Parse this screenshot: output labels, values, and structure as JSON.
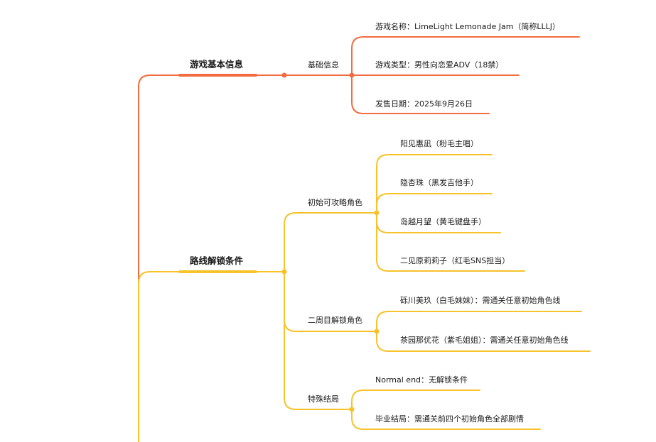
{
  "colors": {
    "orange": "#f26c40",
    "yellow": "#f8c22b"
  },
  "topics": [
    {
      "label": "游戏基本信息",
      "children": [
        {
          "label": "基础信息",
          "children": [
            "游戏名称：LimeLight Lemonade Jam（简称LLLJ）",
            "游戏类型：男性向恋爱ADV（18禁）",
            "发售日期：2025年9月26日"
          ]
        }
      ]
    },
    {
      "label": "路线解锁条件",
      "children": [
        {
          "label": "初始可攻略角色",
          "children": [
            "阳见惠凪（粉毛主唱）",
            "隐杏珠（黑发吉他手）",
            "岛越月望（黄毛键盘手）",
            "二见原莉莉子（红毛SNS担当）"
          ]
        },
        {
          "label": "二周目解锁角色",
          "children": [
            "砾川美玖（白毛妹妹）：需通关任意初始角色线",
            "茶园那优花（紫毛姐姐）：需通关任意初始角色线"
          ]
        },
        {
          "label": "特殊结局",
          "children": [
            "Normal end：无解锁条件",
            "毕业结局：需通关前四个初始角色全部剧情"
          ]
        }
      ]
    }
  ]
}
